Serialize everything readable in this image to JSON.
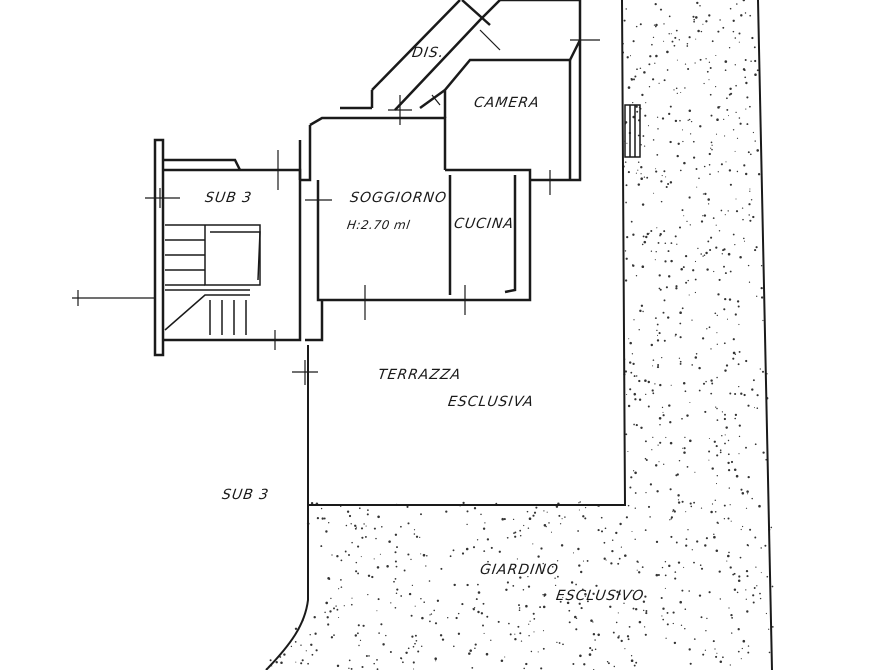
{
  "plan": {
    "rooms": {
      "dis": "DIS.",
      "camera": "CAMERA",
      "sub3_upper": "SUB 3",
      "soggiorno": "SOGGIORNO",
      "height_note": "H:2.70 ml",
      "cucina": "CUCINA",
      "terrazza_1": "TERRAZZA",
      "terrazza_2": "ESCLUSIVA",
      "sub3_lower": "SUB 3",
      "giardino_1": "GIARDINO",
      "giardino_2": "ESCLUSIVO"
    },
    "colors": {
      "ink": "#1a1a1a",
      "paper": "#ffffff"
    }
  }
}
